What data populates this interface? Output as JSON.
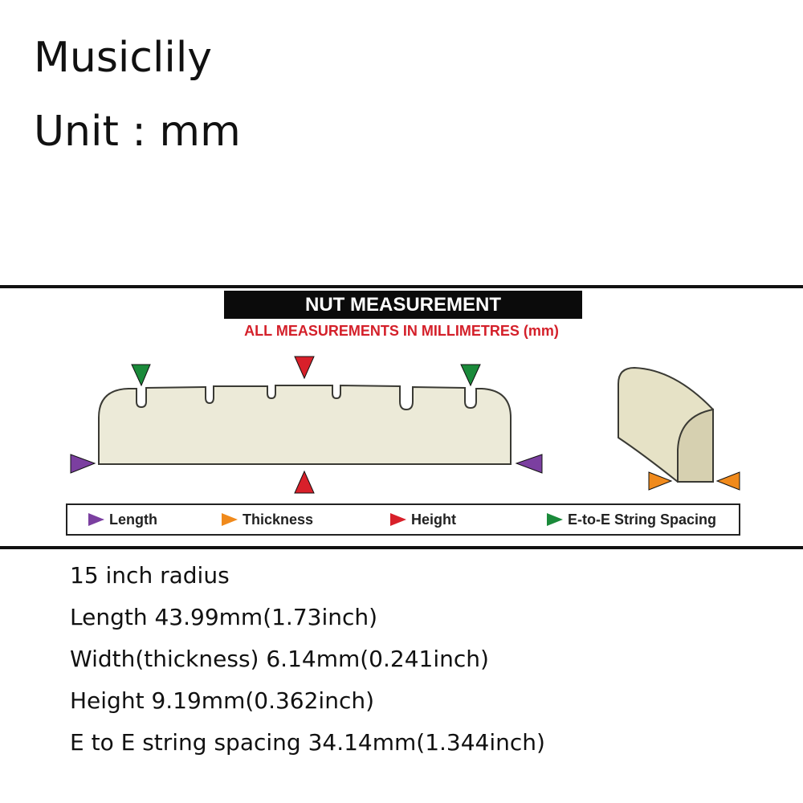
{
  "header": {
    "brand": "Musiclily",
    "unit": "Unit : mm"
  },
  "diagram": {
    "title": "NUT MEASUREMENT",
    "subtitle": "ALL MEASUREMENTS IN MILLIMETRES (mm)",
    "colors": {
      "length": "#7b3fa0",
      "thickness": "#f08a1c",
      "height": "#d8202a",
      "spacing": "#1a8a3a",
      "nut_fill": "#ecead8"
    },
    "legend": [
      {
        "label": "Length",
        "color": "#7b3fa0"
      },
      {
        "label": "Thickness",
        "color": "#f08a1c"
      },
      {
        "label": "Height",
        "color": "#d8202a"
      },
      {
        "label": "E-to-E String Spacing",
        "color": "#1a8a3a"
      }
    ]
  },
  "specs": [
    "15 inch radius",
    "Length 43.99mm(1.73inch)",
    "Width(thickness) 6.14mm(0.241inch)",
    "Height 9.19mm(0.362inch)",
    "E to E string spacing 34.14mm(1.344inch)"
  ]
}
